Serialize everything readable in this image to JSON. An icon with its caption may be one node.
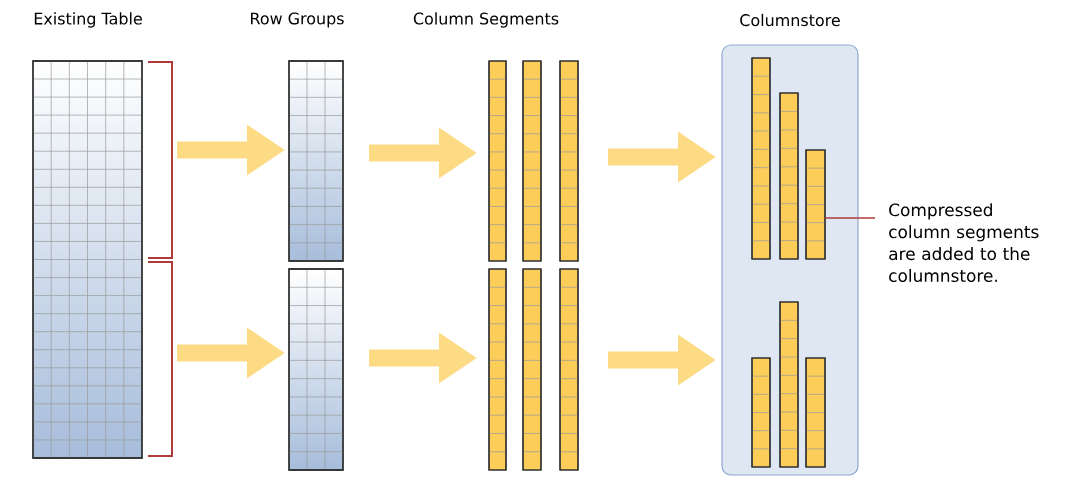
{
  "diagram": {
    "nodes": [
      {
        "text": [
          "Existing Table"
        ]
      },
      {
        "text": [],
        "shape": "box"
      },
      {
        "text": [],
        "shape": "box"
      },
      {
        "text": [],
        "shape": "bar"
      },
      {
        "text": [],
        "shape": "bar"
      },
      {
        "text": [],
        "shape": "bar"
      },
      {
        "text": [],
        "shape": "bar"
      },
      {
        "text": [],
        "shape": "bar"
      },
      {
        "text": [],
        "shape": "bar"
      },
      {
        "text": [
          "Columnstore"
        ]
      },
      {
        "text": [],
        "shape": "bar",
        "in": 9
      },
      {
        "text": [],
        "shape": "bar",
        "in": 9
      },
      {
        "text": [],
        "shape": "bar",
        "in": 9
      },
      {
        "text": [],
        "shape": "bar",
        "in": 9
      },
      {
        "text": [],
        "shape": "bar",
        "in": 9
      },
      {
        "text": [],
        "shape": "bar",
        "in": 9
      },
      {
        "text": [
          "Compressed column segments are added to the columnstore."
        ]
      }
    ],
    "edges": [
      {
        "from": 0,
        "to": 1,
        "arrow": "to"
      },
      {
        "from": 0,
        "to": 2,
        "arrow": "to"
      },
      {
        "from": 1,
        "to": 3,
        "arrow": "to"
      },
      {
        "from": 2,
        "to": 6,
        "arrow": "to"
      },
      {
        "from": 5,
        "to": 9,
        "arrow": "to"
      },
      {
        "from": 8,
        "to": 9,
        "arrow": "to"
      },
      {
        "from": 16,
        "to": 12,
        "arrow": "none",
        "color": "#b03a3a"
      }
    ],
    "labels": [
      "Row Groups",
      "Column Segments"
    ]
  }
}
